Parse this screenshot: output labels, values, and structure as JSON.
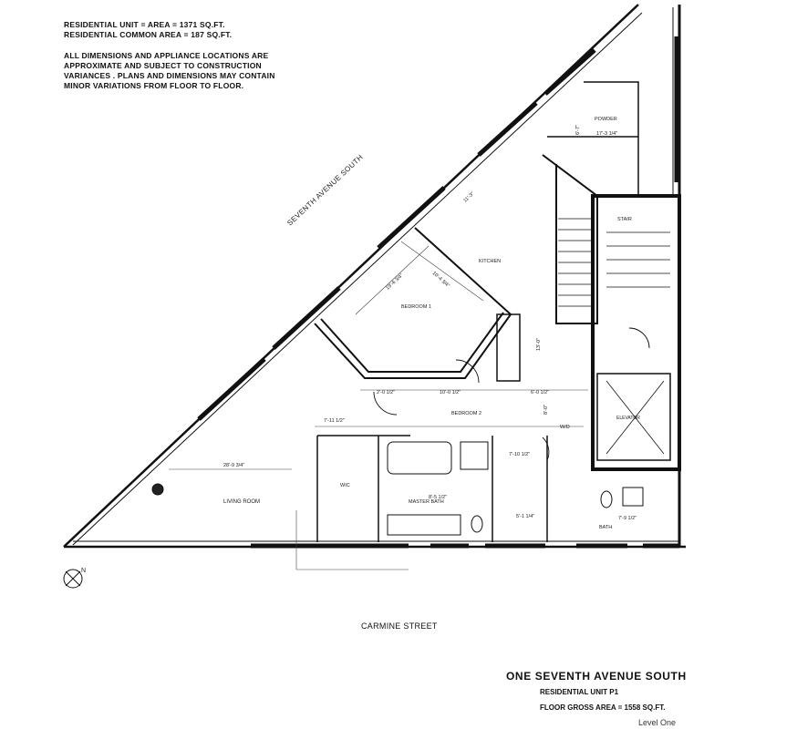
{
  "notes": {
    "unit_area": "RESIDENTIAL UNIT = AREA = 1371 sq.ft.",
    "common_area": "RESIDENTIAL COMMON AREA = 187 sq.ft.",
    "disclaimer_line1": "ALL DIMENSIONS AND APPLIANCE LOCATIONS ARE",
    "disclaimer_line2": "APPROXIMATE AND SUBJECT TO CONSTRUCTION",
    "disclaimer_line3": "VARIANCES . PLANS AND DIMENSIONS MAY CONTAIN",
    "disclaimer_line4": "MINOR VARIATIONS FROM FLOOR TO FLOOR."
  },
  "plan": {
    "avenue_label": "SEVENTH AVENUE SOUTH",
    "street_label": "CARMINE STREET",
    "north_glyph": "N",
    "dimensions": {
      "living_width": "28'-9 3/4\"",
      "bedroom_width": "19'-6 3/4\"",
      "bedroom_diag": "11'-3\"",
      "bedroom_depth": "10'-4 3/4\"",
      "kitchen_run": "13'-0\"",
      "corridor_a": "7'-11 1/2\"",
      "corridor_b": "8'-5 1/2\"",
      "hall_a": "2'-0 1/2\"",
      "hall_b": "10'-0 1/2\"",
      "hall_c": "6'-0 1/2\"",
      "bath_a": "7'-9 1/2\"",
      "bath_b": "5'-1 1/4\"",
      "bath_c": "7'-10 1/2\"",
      "top_room": "17'-3 1/4\"",
      "top_height": "6'-7\"",
      "stair_height": "8'-0\""
    },
    "rooms": {
      "living": "LIVING ROOM",
      "kitchen": "KITCHEN",
      "bedroom_1": "BEDROOM 1",
      "bedroom_2": "BEDROOM 2",
      "master_bath": "MASTER BATH",
      "stair": "STAIR",
      "elevator": "ELEVATOR",
      "closet": "WIC",
      "bath": "BATH",
      "powder": "POWDER",
      "laundry": "W/D"
    }
  },
  "titleblock": {
    "name": "ONE SEVENTH AVENUE SOUTH",
    "unit": "RESIDENTIAL UNIT P1",
    "gross_area": "FLOOR GROSS AREA = 1558 sq.ft.",
    "level": "Level One"
  }
}
